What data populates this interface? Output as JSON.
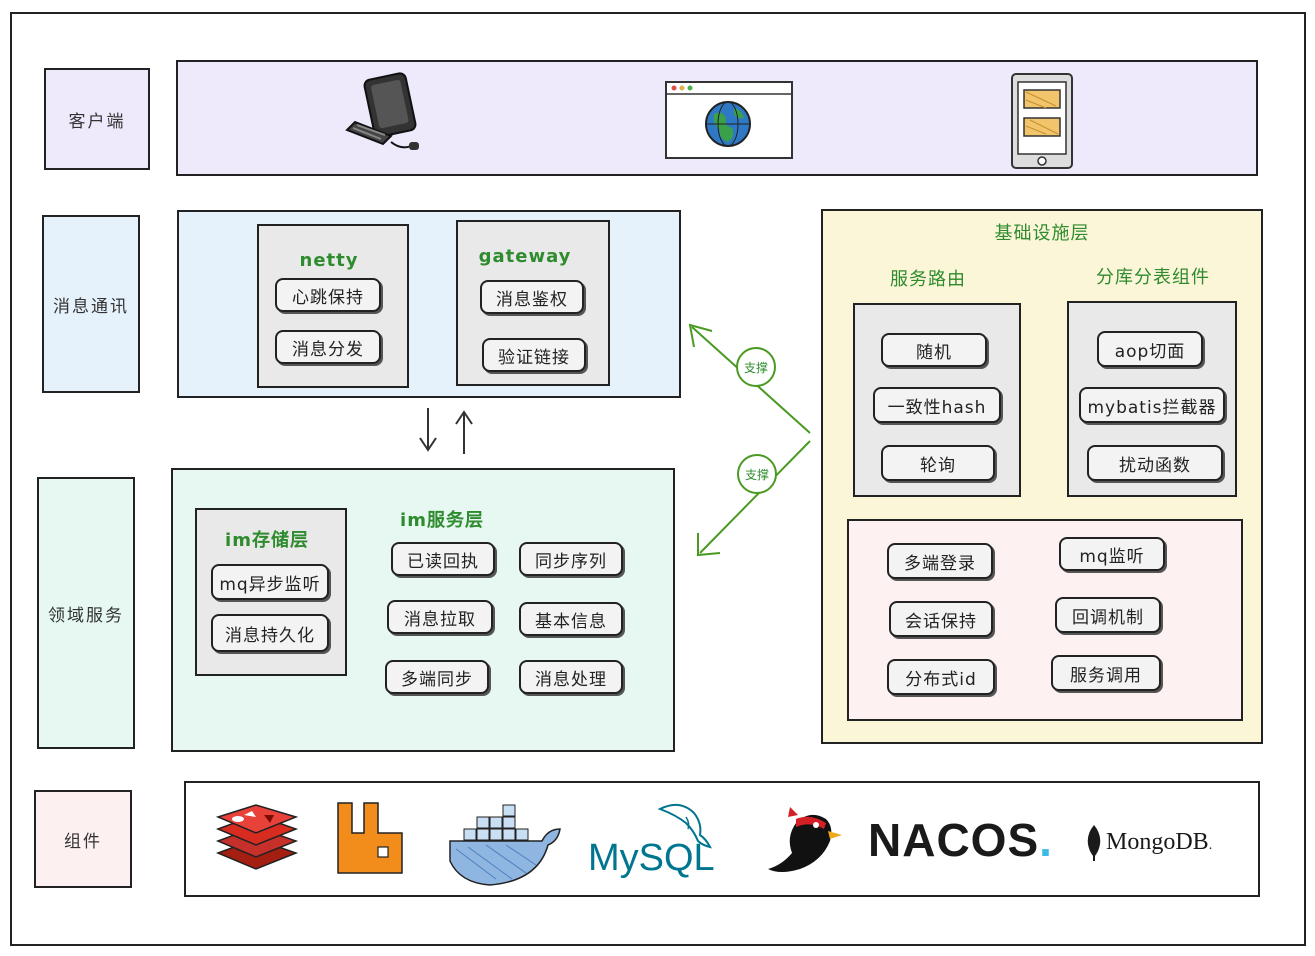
{
  "layers": {
    "client": "客户端",
    "messaging": "消息通讯",
    "domain": "领域服务",
    "components": "组件"
  },
  "messaging": {
    "netty": {
      "title": "netty",
      "items": [
        "心跳保持",
        "消息分发"
      ]
    },
    "gateway": {
      "title": "gateway",
      "items": [
        "消息鉴权",
        "验证链接"
      ]
    }
  },
  "domain": {
    "storage": {
      "title": "im存储层",
      "items": [
        "mq异步监听",
        "消息持久化"
      ]
    },
    "service": {
      "title": "im服务层",
      "items": [
        "已读回执",
        "同步序列",
        "消息拉取",
        "基本信息",
        "多端同步",
        "消息处理"
      ]
    }
  },
  "infra": {
    "title": "基础设施层",
    "routing": {
      "title": "服务路由",
      "items": [
        "随机",
        "一致性hash",
        "轮询"
      ]
    },
    "sharding": {
      "title": "分库分表组件",
      "items": [
        "aop切面",
        "mybatis拦截器",
        "扰动函数"
      ]
    },
    "features": [
      "多端登录",
      "mq监听",
      "会话保持",
      "回调机制",
      "分布式id",
      "服务调用"
    ]
  },
  "support_label": "支撑",
  "components": {
    "mysql": "MySQL",
    "nacos": "NACOS",
    "nacos_dot": ".",
    "mongodb": "MongoDB",
    "mongodb_dot": "."
  },
  "colors": {
    "client_bg": "#eeeafc",
    "messaging_bg": "#e5f1fb",
    "domain_bg": "#e6f8f1",
    "infra_bg": "#fcf6d8",
    "feature_bg": "#fdf1f1",
    "component_bg": "#fdf0f0",
    "accent_green": "#2e8b2e"
  },
  "icons": [
    "desktop-computer-icon",
    "browser-globe-icon",
    "mobile-phone-icon",
    "redis-icon",
    "rabbitmq-icon",
    "docker-icon",
    "mysql-dolphin-icon",
    "rocketmq-bird-icon",
    "mongodb-leaf-icon"
  ]
}
